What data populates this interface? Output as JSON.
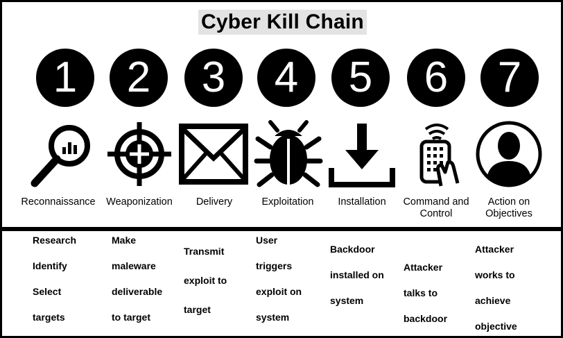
{
  "title": "Cyber Kill Chain",
  "stages": [
    {
      "number": "1",
      "label": "Reconnaissance",
      "icon": "magnifier-chart-icon",
      "description": [
        "Research",
        "Identify",
        "Select",
        "targets"
      ]
    },
    {
      "number": "2",
      "label": "Weaponization",
      "icon": "crosshair-icon",
      "description": [
        "Make",
        "maleware",
        "deliverable",
        "to target"
      ]
    },
    {
      "number": "3",
      "label": "Delivery",
      "icon": "envelope-icon",
      "description": [
        "Transmit",
        "exploit to",
        "target"
      ]
    },
    {
      "number": "4",
      "label": "Exploitation",
      "icon": "bug-icon",
      "description": [
        "User",
        "triggers",
        "exploit on",
        "system"
      ]
    },
    {
      "number": "5",
      "label": "Installation",
      "icon": "download-icon",
      "description": [
        "Backdoor",
        "installed on",
        "system"
      ]
    },
    {
      "number": "6",
      "label": "Command and\nControl",
      "icon": "remote-control-icon",
      "description": [
        "Attacker",
        "talks to",
        "backdoor"
      ]
    },
    {
      "number": "7",
      "label": "Action on\nObjectives",
      "icon": "person-silhouette-icon",
      "description": [
        "Attacker",
        "works to",
        "achieve",
        "objective"
      ]
    }
  ],
  "colors": {
    "ink": "#000000",
    "title_background": "#e3e3e3",
    "background": "#ffffff"
  }
}
